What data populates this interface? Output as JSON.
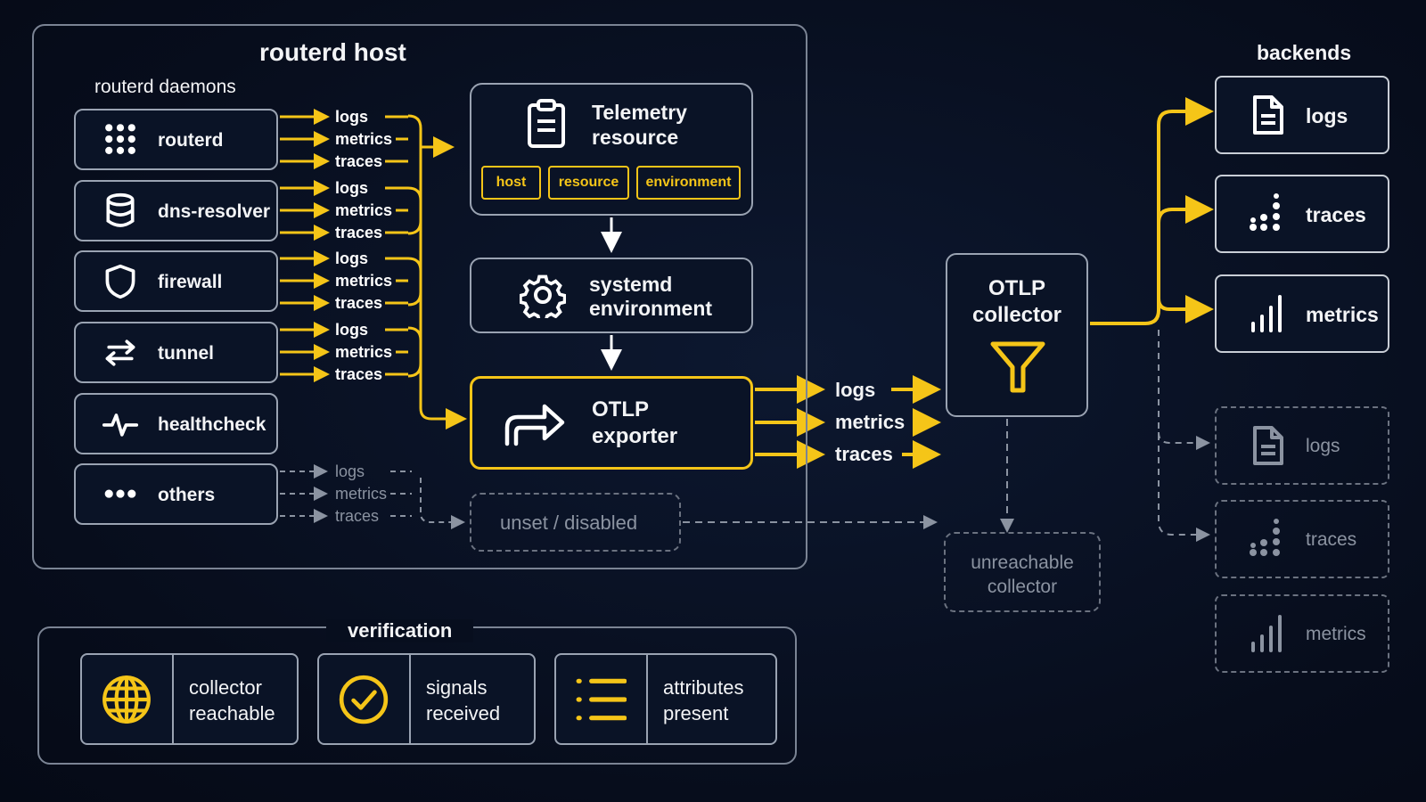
{
  "host": {
    "title": "routerd host",
    "daemons_label": "routerd daemons",
    "daemons": [
      {
        "name": "routerd",
        "icon": "grid-dots-icon"
      },
      {
        "name": "dns-resolver",
        "icon": "database-icon"
      },
      {
        "name": "firewall",
        "icon": "shield-icon"
      },
      {
        "name": "tunnel",
        "icon": "arrows-exchange-icon"
      },
      {
        "name": "healthcheck",
        "icon": "pulse-icon"
      },
      {
        "name": "others",
        "icon": "ellipsis-icon"
      }
    ],
    "signals": [
      "logs",
      "metrics",
      "traces"
    ],
    "telemetry_resource": {
      "title_line1": "Telemetry",
      "title_line2": "resource",
      "tags": [
        "host",
        "resource",
        "environment"
      ],
      "icon": "clipboard-icon"
    },
    "systemd": {
      "line1": "systemd",
      "line2": "environment",
      "icon": "gear-icon"
    },
    "exporter": {
      "line1": "OTLP",
      "line2": "exporter",
      "icon": "share-arrow-icon"
    },
    "disabled": "unset / disabled"
  },
  "exporter_signals": [
    "logs",
    "metrics",
    "traces"
  ],
  "collector": {
    "line1": "OTLP",
    "line2": "collector",
    "icon": "funnel-icon"
  },
  "unreachable": {
    "line1": "unreachable",
    "line2": "collector"
  },
  "backends": {
    "title": "backends",
    "active": [
      {
        "label": "logs",
        "icon": "document-icon"
      },
      {
        "label": "traces",
        "icon": "traces-dots-icon"
      },
      {
        "label": "metrics",
        "icon": "bar-chart-icon"
      }
    ],
    "inactive": [
      {
        "label": "logs",
        "icon": "document-icon"
      },
      {
        "label": "traces",
        "icon": "traces-dots-icon"
      },
      {
        "label": "metrics",
        "icon": "bar-chart-icon"
      }
    ]
  },
  "verification": {
    "title": "verification",
    "items": [
      {
        "line1": "collector",
        "line2": "reachable",
        "icon": "globe-icon"
      },
      {
        "line1": "signals",
        "line2": "received",
        "icon": "check-circle-icon"
      },
      {
        "line1": "attributes",
        "line2": "present",
        "icon": "list-icon"
      }
    ]
  },
  "colors": {
    "accent": "#f5c518",
    "background": "#081022",
    "border": "#9aa3b2",
    "muted": "#6b7280"
  }
}
